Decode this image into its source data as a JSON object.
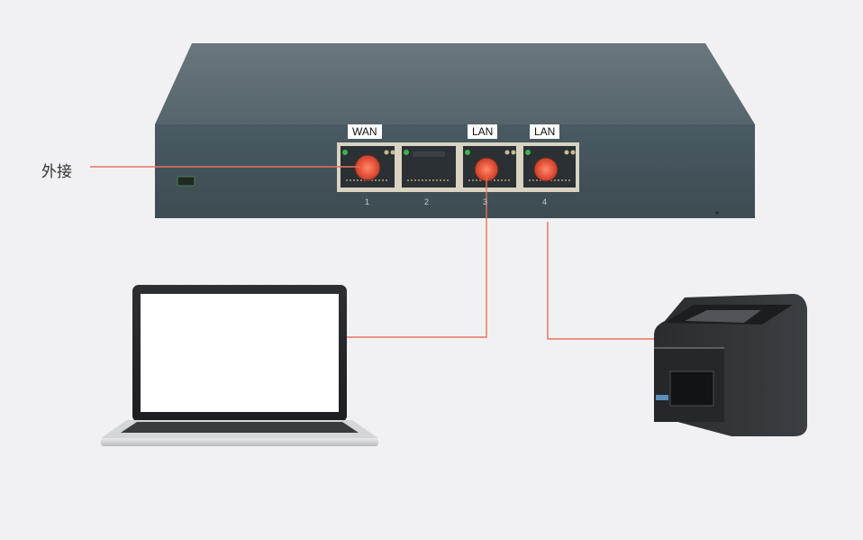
{
  "external_label": "外接",
  "ports": [
    {
      "number": "1",
      "tag": "WAN",
      "highlighted": true
    },
    {
      "number": "2",
      "tag": "",
      "highlighted": false
    },
    {
      "number": "3",
      "tag": "LAN",
      "highlighted": true
    },
    {
      "number": "4",
      "tag": "LAN",
      "highlighted": true
    }
  ],
  "colors": {
    "background": "#f1f1f3",
    "router_body": "#46555d",
    "router_top": "#5b6a71",
    "connection_line": "#e8725a",
    "port_highlight": "#e8573e"
  }
}
